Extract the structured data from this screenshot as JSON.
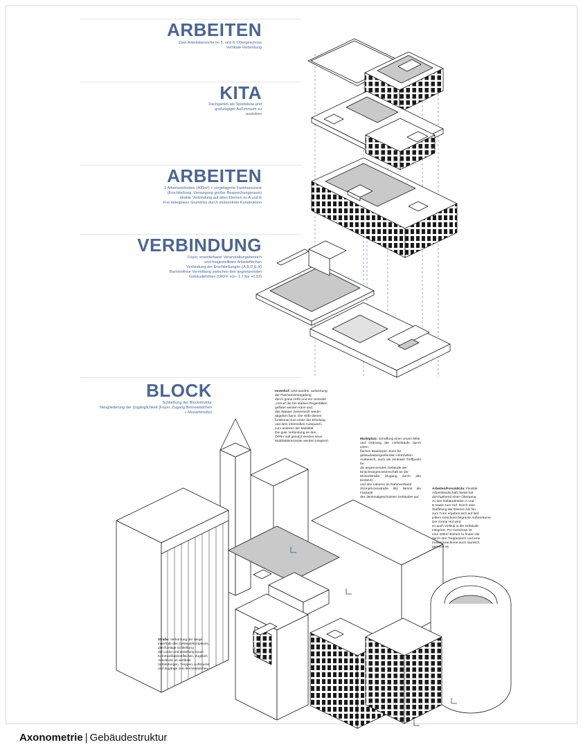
{
  "sections": [
    {
      "title": "ARBEITEN",
      "lines": [
        "Zwei Arbeitsbereiche im 5. und 6. Obergeschoss",
        "Vertikale Verbindung"
      ]
    },
    {
      "title": "KITA",
      "lines": [
        "Dachgarten als Spielwiese und",
        "großzügiger Außenraum zu",
        "austoben"
      ]
    },
    {
      "title": "ARBEITEN",
      "lines": [
        "3 Arbeitseinheiten (400m²) + vorgelagerte Funktionszone",
        "(Erschließung, Versorgung großer Besprechungsraum)",
        "direkte Verbindung auf allen Ebenen zu A und E",
        "Frei belegbarer Grundriss durch stützenfreie Konstruktion"
      ]
    },
    {
      "title": "VERBINDUNG",
      "lines": [
        "Foyer, erweiterbarer Veranstaltungsbereich",
        "und freigestellbare Arbeitsflächen",
        "Verbindung der Erschließungen (A,B,D,E,X)",
        "Barrierefreie Vermittlung zwischen den angrenzenden",
        "Gebäudehöhen (OKFF von -1.7 bis +0.93)"
      ]
    },
    {
      "title": "BLOCK",
      "lines": [
        "Schließung der Blockstruktur",
        "Neugliederung der Zugänglichkeit (Foyer, Zugang Bernewädchen",
        "+ Mozartstraße)"
      ]
    }
  ],
  "annotations": {
    "innenhof": {
      "label": "Innenhof:",
      "lines": [
        "wird autofrei, aufwertung",
        "der Flächenversiegelung",
        "durch grüne Höfe und ein zentraler",
        "„Arena\" die bei starken Regenfällen",
        "geflutet werden kann und",
        "das Wasser zeitversetzt wieder",
        "abgeben kann. Die Höfe dienen",
        "funktional zum einen der Erholung",
        "und dem informellen Austausch,",
        "zum anderen der Mobilität",
        "Die gute Verbindung an den",
        "ÖPNV soll genutzt werden neue",
        "Mobilitätskonzepte werden integriert."
      ]
    },
    "marktplatz": {
      "label": "Marktplatz:",
      "lines": [
        "Schaffung einer neuen Mitte",
        "und Ordnung der Hofeinkäufe durch einen",
        "flachen Baukörper. Zone für",
        "gebäudeübergreifenden informellen",
        "Austausch, auch als zentraler Treffpunkt für",
        "die angrenzenden Gebäude der",
        "Einschrangenossenschaft an der",
        "Mozartstraße (Zugang durch alte Einfahrt)",
        "und den Laboren im Rahmverband",
        "(Kronprinzenstraße 35). Nimmt die Fassade",
        "des denkmalgeschützten Gebäudes auf"
      ]
    },
    "arbeiten": {
      "label": "Arbeiten/Forum/Kita:",
      "lines": [
        "Flexible",
        "Arbeitslandschaft, bietet hat",
        "durchgehend einen Übergang",
        "zu den Gebäudeteilen A und",
        "E sowie zum Hof. Durch eine",
        "Staffelung der Ebenen bis hin",
        "zum Turm ergeben sich auf fast",
        "jedem Geschoss begrünte Außenräume.",
        "Der Grüne Hof wird",
        "so auch vertikal in die Gebäude",
        "integriert. Pro Geschoss ist",
        "eine 400m² Einheit zu finden die",
        "durch den Treppenkern und eine",
        "Funktionsschiene auch räumlich",
        "getrennt ist."
      ]
    },
    "strasse": {
      "label": "Straße:",
      "lines": [
        "Verkürzung der Wege",
        "innerhalb des Gebäudekomplexes,",
        "gleichzeitige Schließung",
        "der Lücke und erstellung neuer",
        "Kommunikationsflächen. Zugleich",
        "Anschluss an vertikale",
        "Verbindungen, Treppen, Lufträume",
        "und Zugänge zum Bernewädchen"
      ]
    }
  },
  "footer": {
    "bold": "Axonometrie",
    "separator": "|",
    "text": "Gebäudestruktur"
  },
  "colors": {
    "accent": "#4a6593",
    "grey_fill": "#c9c9c9",
    "line": "#1a1a1a",
    "guide": "#6b82ad"
  }
}
